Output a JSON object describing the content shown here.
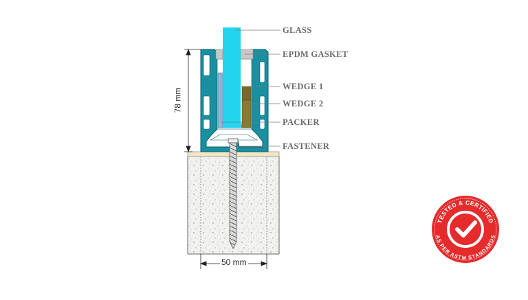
{
  "labels": {
    "glass": "GLASS",
    "epdm_gasket": "EPDM GASKET",
    "wedge1": "WEDGE 1",
    "wedge2": "WEDGE 2",
    "packer": "PACKER",
    "fastener": "FASTENER"
  },
  "dimensions": {
    "height": "78 mm",
    "width": "50 mm"
  },
  "seal": {
    "top_text": "TESTED & CERTIFIED",
    "bottom_text": "AS PER ASTM STANDARDS"
  },
  "colors": {
    "glass": "#22d4ee",
    "profile": "#1a8fa0",
    "gasket": "#c8c8c8",
    "wedge1": "#7a6a2a",
    "wedge2": "#8a7a2e",
    "packer": "#8fb4d8",
    "concrete": "#f1f1ef",
    "seal": "#e52b2b"
  }
}
